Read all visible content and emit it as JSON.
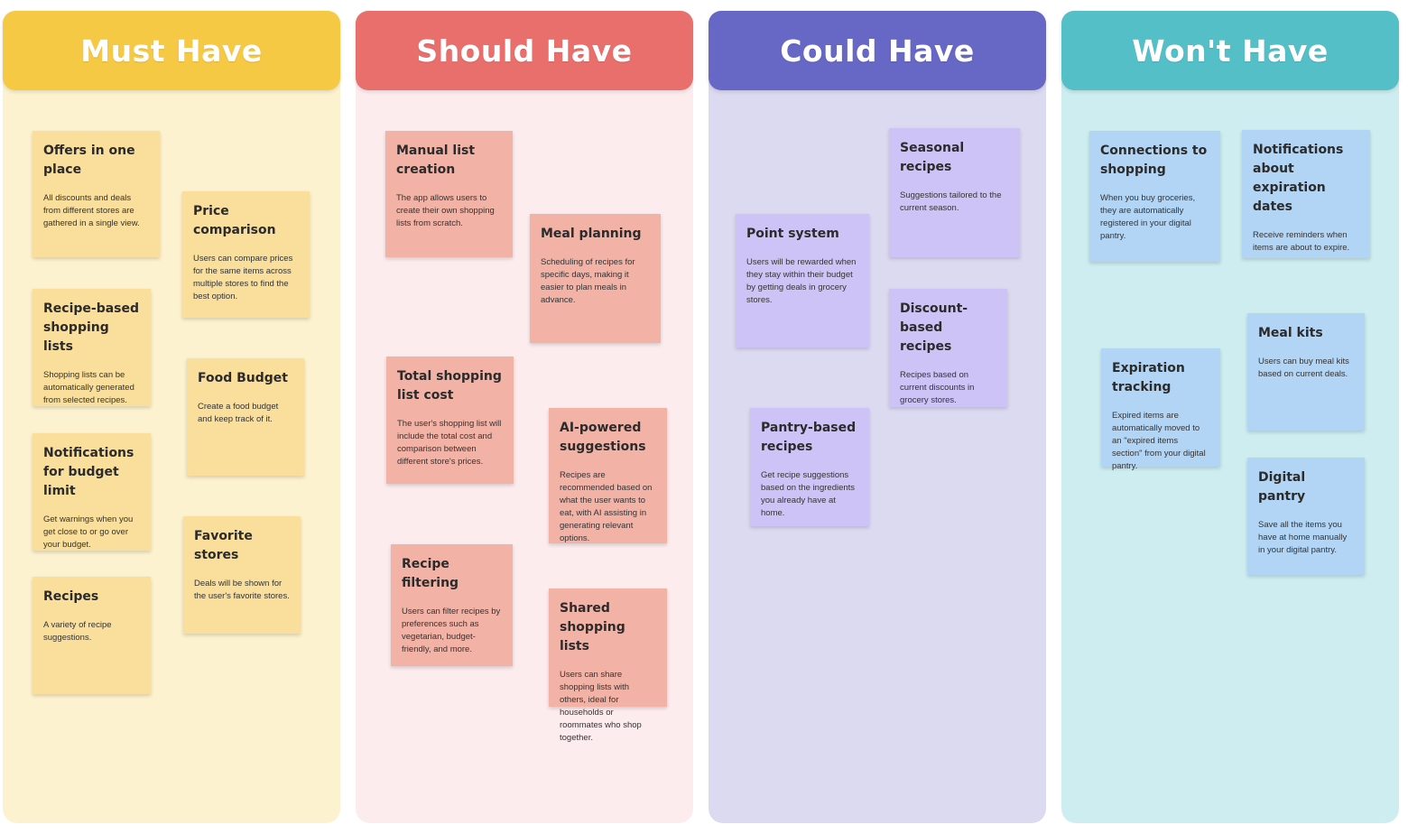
{
  "board": {
    "columns": [
      {
        "title": "Must Have",
        "header_color": "#F6C945",
        "bg_color": "#FDF2CF",
        "note_color": "#F9DE9C",
        "notes": [
          {
            "title": "Offers in one place",
            "body": "All discounts and deals from different stores are gathered in a single view."
          },
          {
            "title": "Price comparison",
            "body": "Users can compare prices for the same items across multiple stores to find the best option."
          },
          {
            "title": "Recipe-based shopping lists",
            "body": "Shopping lists can be automatically generated from selected recipes."
          },
          {
            "title": "Food Budget",
            "body": "Create a food budget and keep track of it."
          },
          {
            "title": "Notifications for budget limit",
            "body": "Get warnings when you get close to or go over your budget."
          },
          {
            "title": "Favorite stores",
            "body": "Deals will be shown for the user's favorite stores."
          },
          {
            "title": "Recipes",
            "body": "A variety of recipe suggestions."
          }
        ]
      },
      {
        "title": "Should Have",
        "header_color": "#E86F6C",
        "bg_color": "#FDECEE",
        "note_color": "#F2B2A6",
        "notes": [
          {
            "title": "Manual list creation",
            "body": "The app allows users to create their own shopping lists from scratch."
          },
          {
            "title": "Meal planning",
            "body": "Scheduling of recipes for specific days, making it easier to plan meals in advance."
          },
          {
            "title": "Total shopping list cost",
            "body": "The user's shopping list will include the total cost and comparison between different store's prices."
          },
          {
            "title": "AI-powered suggestions",
            "body": "Recipes are recommended based on what the user wants to eat, with AI assisting in generating relevant options."
          },
          {
            "title": "Recipe filtering",
            "body": "Users can filter recipes by preferences such as vegetarian, budget-friendly, and more."
          },
          {
            "title": "Shared shopping lists",
            "body": "Users can share shopping lists with others, ideal for households or roommates who shop together."
          }
        ]
      },
      {
        "title": "Could Have",
        "header_color": "#6767C6",
        "bg_color": "#DCDAF1",
        "note_color": "#CEC3F6",
        "notes": [
          {
            "title": "Seasonal recipes",
            "body": "Suggestions tailored to the current season."
          },
          {
            "title": "Point system",
            "body": "Users will be rewarded when they stay within their budget by getting deals in grocery stores."
          },
          {
            "title": "Discount-based recipes",
            "body": "Recipes based on current discounts in grocery stores."
          },
          {
            "title": "Pantry-based recipes",
            "body": "Get recipe suggestions based on the ingredients you already have at home."
          }
        ]
      },
      {
        "title": "Won't Have",
        "header_color": "#55BFC8",
        "bg_color": "#CDEDF0",
        "note_color": "#B2D5F6",
        "notes": [
          {
            "title": "Connections to shopping",
            "body": "When you buy groceries, they are automatically registered in your digital pantry."
          },
          {
            "title": "Notifications about expiration dates",
            "body": "Receive reminders when items are about to expire."
          },
          {
            "title": "Meal kits",
            "body": "Users can buy meal kits based on current deals."
          },
          {
            "title": "Expiration tracking",
            "body": "Expired items are automatically moved to an \"expired items section\" from your digital pantry."
          },
          {
            "title": "Digital pantry",
            "body": "Save all the items you have at home manually in your digital pantry."
          }
        ]
      }
    ]
  }
}
